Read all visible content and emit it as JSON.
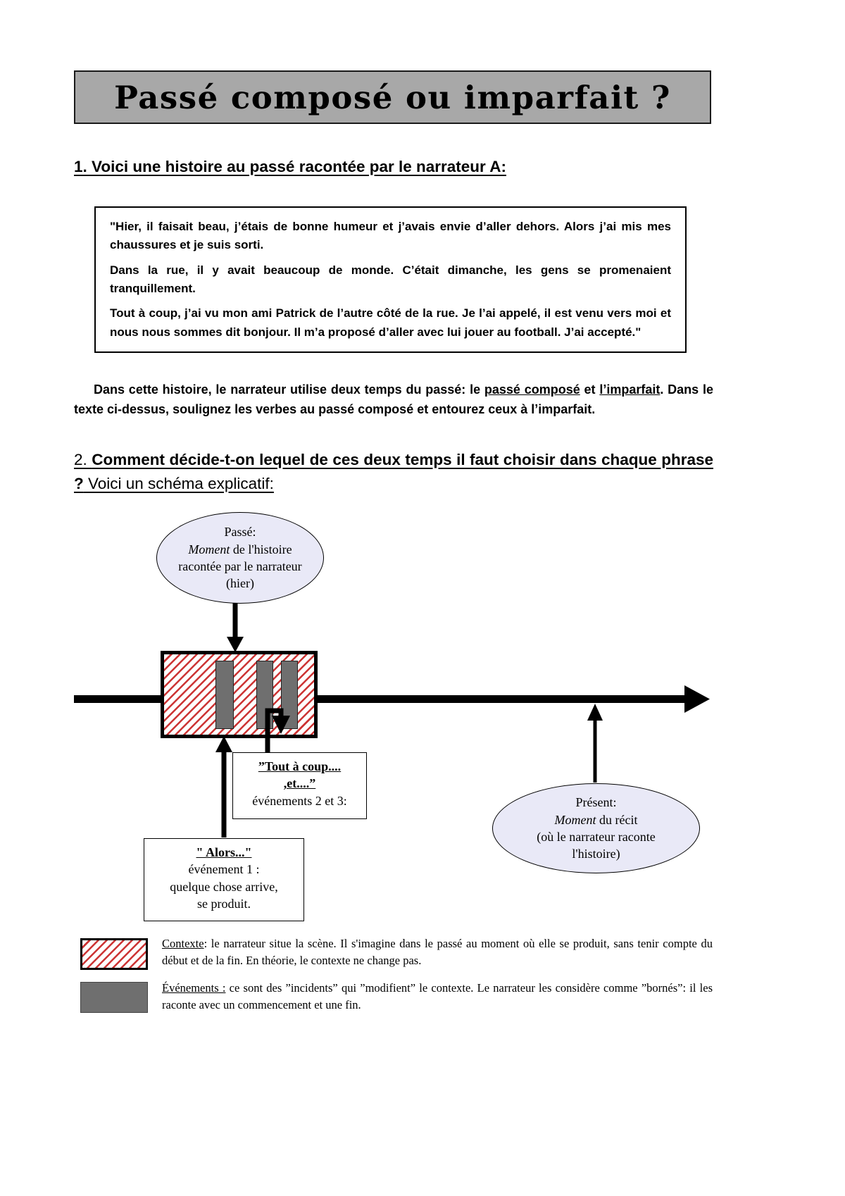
{
  "title": "Passé composé ou imparfait ?",
  "section1": {
    "heading": "1. Voici une histoire au passé racontée par le narrateur A:",
    "story_paragraphs": [
      "\"Hier, il faisait beau, j’étais de bonne humeur et j’avais envie d’aller dehors.  Alors j’ai mis mes chaussures et je suis sorti.",
      "Dans la rue, il y avait beaucoup de monde. C’était dimanche, les gens se promenaient tranquillement.",
      "Tout à coup, j’ai vu mon ami Patrick de l’autre côté de la rue. Je l’ai appelé, il est venu vers moi et nous nous sommes dit bonjour. Il m’a proposé d’aller avec lui jouer au football. J’ai accepté.\""
    ],
    "instruction": {
      "part1": "Dans cette histoire, le narrateur utilise deux temps du passé: le ",
      "underline1": "passé composé",
      "part2": " et ",
      "underline2": "l’imparfait",
      "part3": ". Dans le texte ci-dessus, soulignez les verbes au passé composé et entourez ceux à l’imparfait."
    }
  },
  "section2": {
    "heading_prefix": "2. ",
    "heading_bold": "Comment décide-t-on lequel de ces deux temps il faut choisir dans chaque phrase ?",
    "heading_rest": " Voici un schéma explicatif:"
  },
  "diagram": {
    "past_ellipse": {
      "line1": "Passé:",
      "line2_italic": "Moment",
      "line2_rest": " de l'histoire",
      "line3": "racontée par le narrateur",
      "line4": "(hier)"
    },
    "present_ellipse": {
      "line1": "Présent:",
      "line2_italic": "Moment",
      "line2_rest": " du récit",
      "line3": "(où le narrateur raconte",
      "line4": "l'histoire)"
    },
    "tout_a_coup_box": {
      "line1": "”Tout à coup....",
      "line2": ",et....”",
      "line3": "événements 2 et 3:"
    },
    "alors_box": {
      "line1": "\" Alors...\"",
      "line2": "événement 1 :",
      "line3": "quelque chose arrive,",
      "line4": "se produit."
    }
  },
  "legend": {
    "context": {
      "term": "Contexte",
      "text": ": le narrateur situe la scène. Il s'imagine dans le passé au moment où elle se produit, sans tenir compte du début et de la fin. En théorie, le contexte ne change pas."
    },
    "events": {
      "term": "Événements :",
      "text": " ce sont des ”incidents” qui ”modifient” le contexte. Le narrateur les considère comme ”bornés”: il les raconte avec un commencement et une fin."
    }
  },
  "colors": {
    "title_bg": "#a8a8a8",
    "hatch_red": "#cc3333",
    "event_gray": "#6f6f6f",
    "ellipse_fill": "#e9e9f7"
  }
}
